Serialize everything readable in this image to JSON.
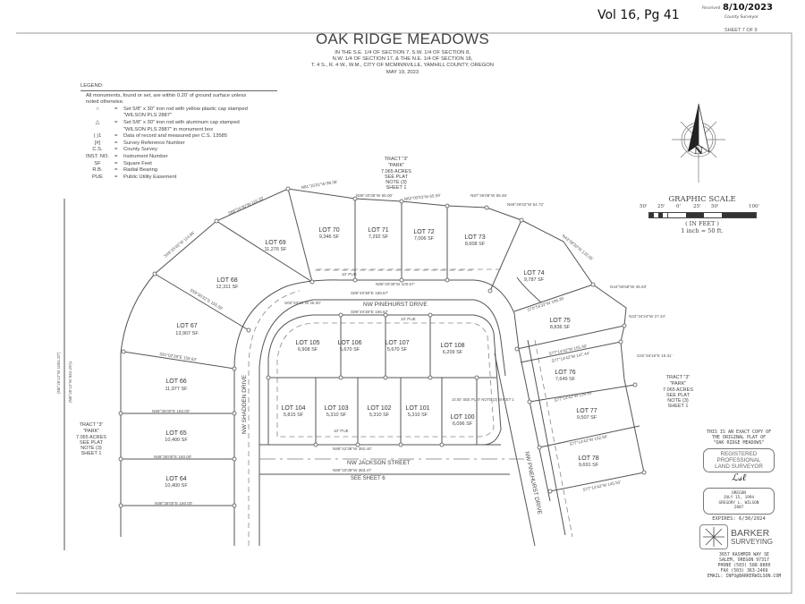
{
  "header": {
    "title": "OAK RIDGE MEADOWS",
    "subtitle_lines": [
      "IN THE S.E. 1/4 OF SECTION 7, S.W. 1/4 OF SECTION 8,",
      "N.W. 1/4 OF SECTION 17, & THE N.E. 1/4 OF SECTION 18,",
      "T. 4 S., R. 4 W., W.M., CITY OF MCMINNVILLE, YAMHILL COUNTY, OREGON",
      "MAY 19, 2023"
    ],
    "sheet": "SHEET 7 OF 9",
    "handwritten_volume": "Vol 16, Pg 41",
    "recorded_label": "Received",
    "recorded_date": "8/10/2023",
    "county_surveyor": "County Surveyor"
  },
  "legend": {
    "heading": "LEGEND:",
    "note": "All monuments, found or set, are within 0.20' of ground surface unless noted otherwise.",
    "items": [
      {
        "symbol": "○",
        "text": "Set 5/8\" x 30\" iron rod with yellow plastic cap stamped \"WILSON PLS 2887\""
      },
      {
        "symbol": "△",
        "text": "Set 5/8\" x 30\" iron rod with aluminum cap stamped \"WILSON PLS 2887\" in monument box"
      },
      {
        "symbol": "( )1",
        "text": "Data of record and measured per C.S. 13585"
      },
      {
        "symbol": "[#]",
        "text": "Survey Reference Number"
      },
      {
        "symbol": "C.S.",
        "text": "County Survey"
      },
      {
        "symbol": "INST. NO.",
        "text": "Instrument Number"
      },
      {
        "symbol": "SF",
        "text": "Square Feet"
      },
      {
        "symbol": "R.B.",
        "text": "Radial Bearing"
      },
      {
        "symbol": "PUE",
        "text": "Public Utility Easement"
      }
    ]
  },
  "lots": [
    {
      "label": "LOT 64",
      "area": "10,400 SF"
    },
    {
      "label": "LOT 65",
      "area": "10,400 SF"
    },
    {
      "label": "LOT 66",
      "area": "11,977 SF"
    },
    {
      "label": "LOT 67",
      "area": "13,907 SF"
    },
    {
      "label": "LOT 68",
      "area": "12,311 SF"
    },
    {
      "label": "LOT 69",
      "area": "11,276 SF"
    },
    {
      "label": "LOT 70",
      "area": "9,346 SF"
    },
    {
      "label": "LOT 71",
      "area": "7,292 SF"
    },
    {
      "label": "LOT 72",
      "area": "7,006 SF"
    },
    {
      "label": "LOT 73",
      "area": "8,608 SF"
    },
    {
      "label": "LOT 74",
      "area": "9,787 SF"
    },
    {
      "label": "LOT 75",
      "area": "8,836 SF"
    },
    {
      "label": "LOT 76",
      "area": "7,649 SF"
    },
    {
      "label": "LOT 77",
      "area": "9,507 SF"
    },
    {
      "label": "LOT 78",
      "area": "9,691 SF"
    },
    {
      "label": "LOT 100",
      "area": "6,096 SF"
    },
    {
      "label": "LOT 101",
      "area": "5,310 SF"
    },
    {
      "label": "LOT 102",
      "area": "5,310 SF"
    },
    {
      "label": "LOT 103",
      "area": "5,310 SF"
    },
    {
      "label": "LOT 104",
      "area": "5,815 SF"
    },
    {
      "label": "LOT 105",
      "area": "6,908 SF"
    },
    {
      "label": "LOT 106",
      "area": "5,670 SF"
    },
    {
      "label": "LOT 107",
      "area": "5,670 SF"
    },
    {
      "label": "LOT 108",
      "area": "6,209 SF"
    }
  ],
  "tract": {
    "name": "TRACT \"3\"",
    "use": "\"PARK\"",
    "acres": "7.065 ACRES",
    "note1": "SEE PLAT",
    "note2": "NOTE (3)",
    "note3": "SHEET 1"
  },
  "streets": {
    "pinehurst": "NW PINEHURST DRIVE",
    "jackson": "NW JACKSON STREET",
    "shadden": "NW SHADDEN DRIVE",
    "see_sheet": "SEE SHEET 6"
  },
  "bearings": {
    "b1": "N81°15'01\"W 99.36'",
    "b2": "N89°40'36\"W 65.00'",
    "b3": "N82°00'03\"W 65.59'",
    "b4": "N87°46'08\"W 55.46'",
    "b5": "N69°26'02\"W 54.72'",
    "b6": "S68°54'30\"W 110.33'",
    "b7": "S49°25'45\"W 114.86'",
    "b8": "S59°00'22\"E 155.38'",
    "b9": "S81°02'36\"E 159.63'",
    "b10": "N89°35'00\"E 160.00'",
    "b11": "N89°35'00\"E 160.00'",
    "b12": "N89°35'00\"E 160.00'",
    "b13": "S89°40'38\"E 188.67'",
    "b14": "S89°40'38\"E 165.67'",
    "b15": "N89°40'38\"W 100.67'",
    "b16": "N89°42'38\"W 392.40'",
    "b17": "N89°40'38\"W 383.47'",
    "b18": "S70°54'32\"W 106.26'",
    "b19": "S77°14'42\"W 155.39'",
    "b20": "S77°14'42\"W 147.44'",
    "b21": "S77°14'42\"W 139.93'",
    "b22": "S77°14'42\"W 152.56'",
    "b23": "S77°14'42\"W 145.50'",
    "b24": "N44°55'58\"W 46.93'",
    "b25": "N22°34'24\"W 27.24'",
    "b26": "S32°46'19\"E 19.31'",
    "b27": "S00°20'10\"W 25.00'",
    "b28": "N43°58'20\"W 132.05'",
    "pue": "10' PUE",
    "see_note": "10.00' SEE PLAT NOTE (3) SHEET 1",
    "record1": "(N0°25'12\"W 1001.37')",
    "record2": "(N0°25'12\"W 942.29')1"
  },
  "scale": {
    "title": "GRAPHIC SCALE",
    "ticks": [
      "50'",
      "25'",
      "0'",
      "25'",
      "50'",
      "100'"
    ],
    "units": "( IN FEET )",
    "ratio": "1 inch = 50 ft."
  },
  "north_arrow": {
    "letter": "N",
    "icon": "north-arrow-icon"
  },
  "certification": {
    "statement": [
      "THIS IS AN EXACT COPY OF",
      "THE ORIGINAL PLAT OF",
      "\"OAK RIDGE MEADOWS\""
    ],
    "seal_lines": [
      "REGISTERED",
      "PROFESSIONAL",
      "LAND SURVEYOR"
    ],
    "state": "OREGON",
    "date": "JULY 15, 1994",
    "surveyor": "GREGORY L. WILSON",
    "number": "2887",
    "expires": "EXPIRES: 6/30/2024"
  },
  "company": {
    "name": "BARKER",
    "name2": "SURVEYING",
    "address": [
      "3657 KASHMIR WAY SE",
      "SALEM, OREGON 97317",
      "PHONE (503) 588-8800",
      "FAX (503) 363-2469",
      "EMAIL: INFO@BARKERWILSON.COM"
    ]
  }
}
